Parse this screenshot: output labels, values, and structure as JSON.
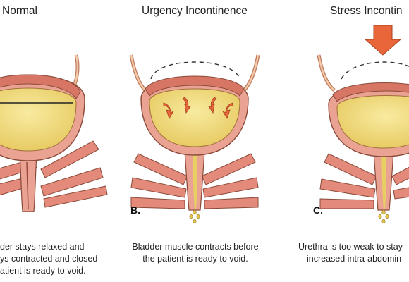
{
  "panels": [
    {
      "title": "Normal",
      "letter": "",
      "caption": [
        "der stays relaxed and",
        "ys contracted and closed",
        "atient is ready to void."
      ]
    },
    {
      "title": "Urgency Incontinence",
      "letter": "B.",
      "caption": [
        "Bladder muscle contracts before",
        "the patient is ready to void."
      ]
    },
    {
      "title": "Stress Incontin",
      "letter": "C.",
      "caption": [
        "Urethra is too weak to stay",
        "increased intra-abdomin"
      ]
    }
  ],
  "colors": {
    "urine": "#f2dc7a",
    "wall": "#eaa293",
    "muscle": "#d77664",
    "outline": "#6b3a2a",
    "arrow": "#e8663a"
  }
}
